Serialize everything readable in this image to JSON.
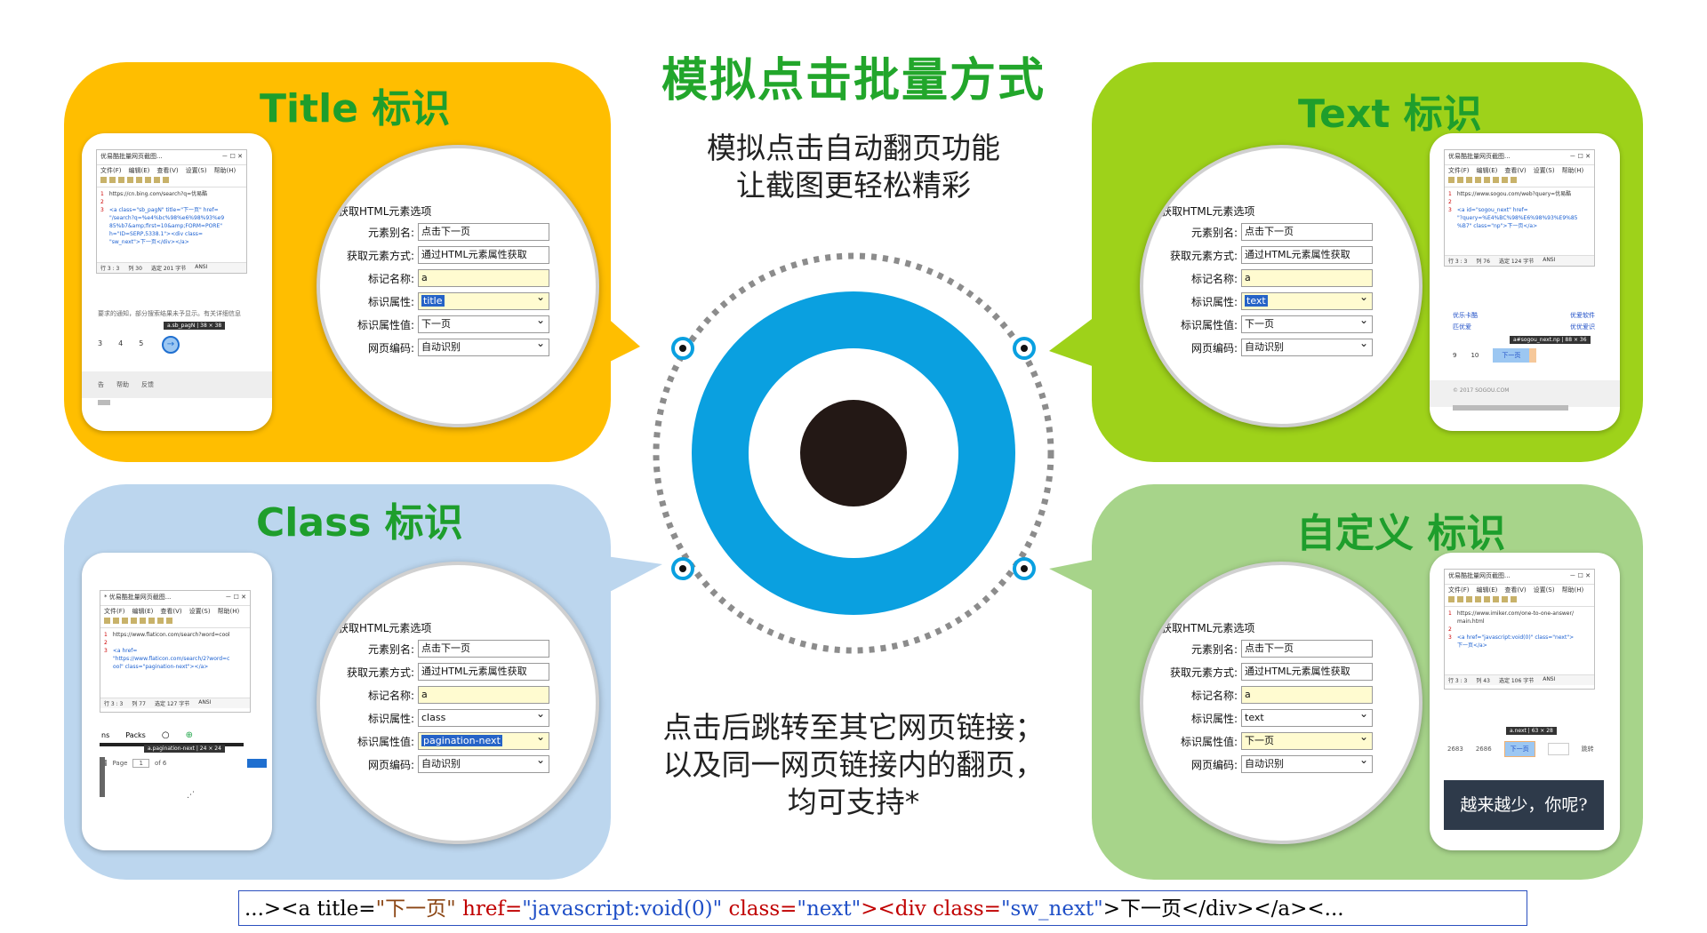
{
  "headline": "模拟点击批量方式",
  "subtitle_lines": [
    "模拟点击自动翻页功能",
    "让截图更轻松精彩"
  ],
  "bottom_lines": [
    "点击后跳转至其它网页链接；",
    "以及同一网页链接内的翻页，",
    "均可支持*"
  ],
  "colors": {
    "orange": "#ffbe00",
    "lime": "#9ed21a",
    "lightblue": "#bcd6ee",
    "lightgreen": "#a7d48a",
    "ring": "#0aa0e0",
    "title_green": "#1e9e2c"
  },
  "panels": {
    "title": {
      "label": "Title 标识"
    },
    "text": {
      "label": "Text 标识"
    },
    "class": {
      "label": "Class 标识"
    },
    "custom": {
      "label": "自定义 标识"
    }
  },
  "form": {
    "heading": "获取HTML元素选项",
    "alias_label": "元素别名:",
    "alias_value": "点击下一页",
    "method_label": "获取元素方式:",
    "method_value": "通过HTML元素属性获取",
    "tag_label": "标记名称:",
    "tag_value": "a",
    "attr_label": "标识属性:",
    "attrval_label": "标识属性值:",
    "encoding_label": "网页编码:",
    "encoding_value": "自动识别"
  },
  "title_form": {
    "attr": "title",
    "attrval": "下一页"
  },
  "text_form": {
    "attr": "text",
    "attrval": "下一页"
  },
  "class_form": {
    "attr": "class",
    "attrval": "pagination-next"
  },
  "custom_form": {
    "attr": "text",
    "attrval": "下一页"
  },
  "shots": {
    "title": {
      "win_title": "优易酷批量网页截图...",
      "menu": [
        "文件(F)",
        "编辑(E)",
        "查看(V)",
        "设置(S)",
        "帮助(H)"
      ],
      "lines": [
        "https://cn.bing.com/search?q=优易酷",
        "<a class=\"sb_pagN\" title=\"下一页\" href=",
        "\"/search?q=%e4%bc%98%e6%98%93%e9",
        "85%b7&amp;first=10&amp;FORM=PORE\"",
        "h=\"ID=SERP,5338.1\"><div class=",
        "\"sw_next\">下一页</div></a>"
      ],
      "status": [
        "行 3 : 3",
        "列 30",
        "选定 201 字节",
        "ANSI"
      ],
      "note": "要求的通知，部分搜索结果未予显示。有关详细信息",
      "tooltip": "a.sb_pagN | 38 × 38",
      "pages": [
        "3",
        "4",
        "5"
      ],
      "footer": [
        "告",
        "帮助",
        "反馈"
      ]
    },
    "text": {
      "win_title": "优易酷批量网页截图...",
      "menu": [
        "文件(F)",
        "编辑(E)",
        "查看(V)",
        "设置(S)",
        "帮助(H)"
      ],
      "lines": [
        "https://www.sogou.com/web?query=优易酷",
        "<a id=\"sogou_next\" href=",
        "\"?query=%E4%BC%98%E6%98%93%E9%85",
        "%B7\" class=\"np\">下一页</a>"
      ],
      "status": [
        "行 3 : 3",
        "列 76",
        "选定 124 字节",
        "ANSI"
      ],
      "links": [
        "优乐卡酷",
        "优爱软件",
        "匹优爱",
        "优优爱识"
      ],
      "tooltip": "a#sogou_next.np | 88 × 36",
      "pages": [
        "9",
        "10",
        "下一页"
      ],
      "footer": "© 2017 SOGOU.COM"
    },
    "class": {
      "win_title": "* 优易酷批量网页截图...",
      "menu": [
        "文件(F)",
        "编辑(E)",
        "查看(V)",
        "设置(S)",
        "帮助(H)"
      ],
      "lines": [
        "https://www.flaticon.com/search?word=cool",
        "<a href=",
        "\"https://www.flaticon.com/search/2?word=c",
        "ool\" class=\"pagination-next\"></a>"
      ],
      "status": [
        "行 3 : 3",
        "列 77",
        "选定 127 字节",
        "ANSI"
      ],
      "tabs": [
        "ns",
        "Packs"
      ],
      "tooltip": "a.pagination-next | 24 × 24",
      "page_label": "Page",
      "page_value": "1",
      "page_of": "of 6"
    },
    "custom": {
      "win_title": "优易酷批量网页截图...",
      "menu": [
        "文件(F)",
        "编辑(E)",
        "查看(V)",
        "设置(S)",
        "帮助(H)"
      ],
      "lines": [
        "https://www.imiker.com/one-to-one-answer/",
        "main.html",
        "<a href=\"javascript:void(0)\" class=\"next\">",
        "下一页</a>"
      ],
      "status": [
        "行 3 : 3",
        "列 43",
        "选定 106 字节",
        "ANSI"
      ],
      "tooltip": "a.next | 63 × 28",
      "pages": [
        "2683",
        "2686",
        "下一页",
        "跳转"
      ],
      "banner": "越来越少，你呢?"
    }
  },
  "code_line": {
    "p1": "...><a title=",
    "p2": "\"下一页\"",
    "p3": " href=",
    "p4": "\"javascript:void(0)\"",
    "p5": " class=",
    "p6": "\"next\"",
    "p7": "><div class=",
    "p8": "\"sw_next\"",
    "p9": ">下一页</div></a><..."
  }
}
